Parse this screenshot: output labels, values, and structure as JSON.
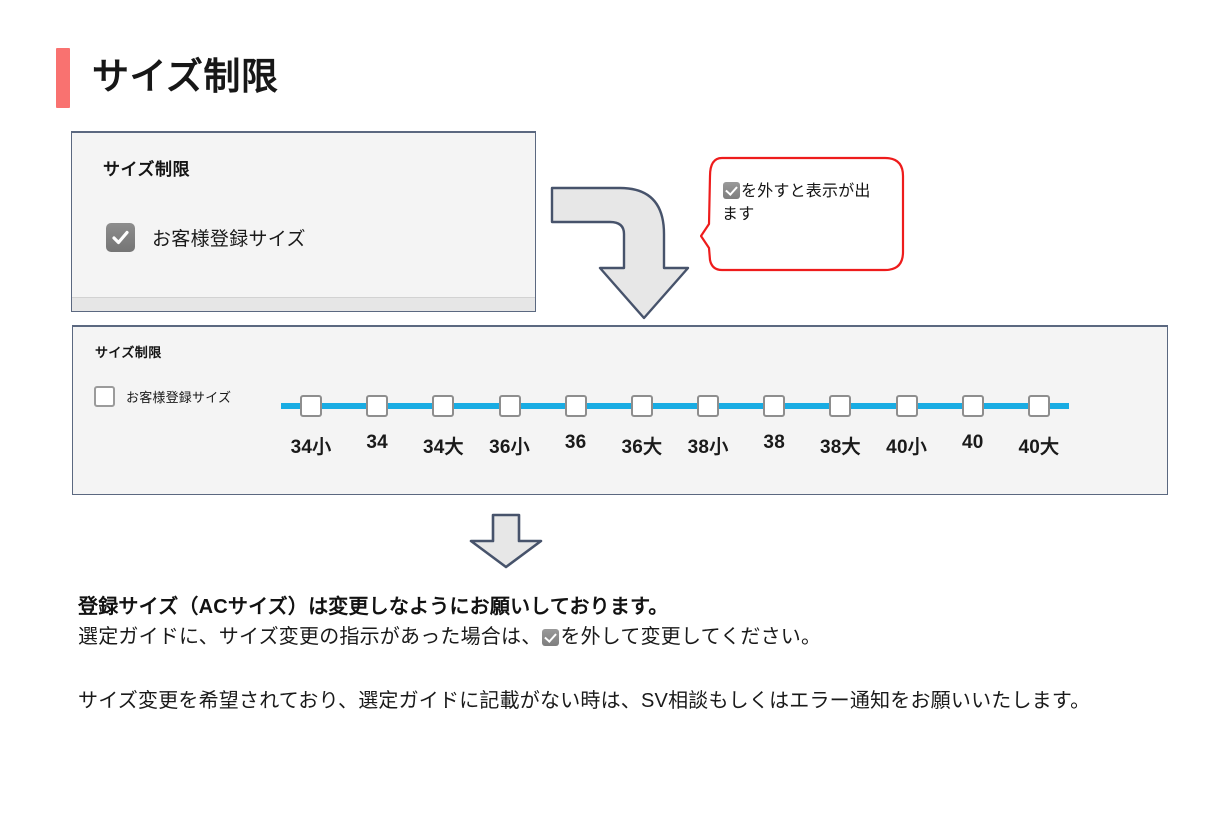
{
  "page": {
    "title": "サイズ制限",
    "accent_color": "#f97270",
    "line_color": "#19ace3",
    "panel_bg": "#f4f4f4",
    "panel_border": "#5b6880",
    "callout_border": "#ee1c1c",
    "arrow_fill": "#e7e7e7",
    "arrow_stroke": "#47536b"
  },
  "card1": {
    "title": "サイズ制限",
    "checkbox_label": "お客様登録サイズ",
    "checkbox_state": "checked",
    "checkbox_icon": "checkbox-checked-icon"
  },
  "callout": {
    "text_before_icon": "",
    "icon": "checkbox-checked-icon",
    "text_after_icon": "を外すと表示が出ます",
    "full_text": "☑を外すと表示が出ます"
  },
  "arrows": {
    "elbow": "elbow-down-arrow-icon",
    "down": "down-arrow-icon"
  },
  "panel2": {
    "title": "サイズ制限",
    "checkbox_label": "お客様登録サイズ",
    "checkbox_state": "unchecked",
    "checkbox_icon": "checkbox-unchecked-icon",
    "sizes": [
      "34小",
      "34",
      "34大",
      "36小",
      "36",
      "36大",
      "38小",
      "38",
      "38大",
      "40小",
      "40",
      "40大"
    ]
  },
  "notes": {
    "line1_bold": "登録サイズ（ACサイズ）は変更しなようにお願いしております。",
    "line2_before_icon": "選定ガイドに、サイズ変更の指示があった場合は、",
    "line2_icon": "checkbox-checked-icon",
    "line2_after_icon": "を外して変更してください。",
    "line3": "サイズ変更を希望されており、選定ガイドに記載がない時は、SV相談もしくはエラー通知をお願いいたします。"
  }
}
